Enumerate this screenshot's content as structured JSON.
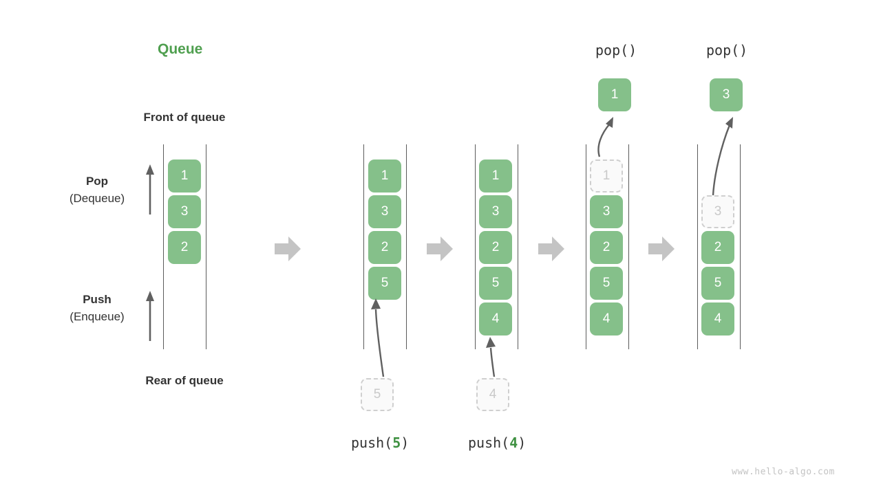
{
  "title": "Queue",
  "labels": {
    "front_of_queue": "Front of queue",
    "rear_of_queue": "Rear of queue",
    "pop_line1": "Pop",
    "pop_line2": "(Dequeue)",
    "push_line1": "Push",
    "push_line2": "(Enqueue)"
  },
  "watermark": "www.hello-algo.com",
  "colors": {
    "accent_green": "#4f9f4f",
    "cell_green": "#85c08a",
    "cell_text": "#ffffff",
    "ghost_fill": "#fafafa",
    "ghost_border": "#cfcfcf",
    "ghost_text": "#c9c9c9",
    "rail": "#5a5a5a",
    "step_arrow": "#c4c4c4",
    "line_arrow": "#606060",
    "text": "#333333",
    "watermark": "#c3c3c3"
  },
  "chart_data": {
    "type": "diagram",
    "title": "Queue",
    "description": "Queue push (enqueue) and pop (dequeue) operation sequence",
    "steps": [
      {
        "id": "initial",
        "caption": "",
        "top_label": "",
        "cells": [
          "1",
          "3",
          "2"
        ],
        "ghost_index": -1,
        "incoming": null,
        "outgoing": null
      },
      {
        "id": "push-5",
        "caption": "push(5)",
        "caption_fn": "push",
        "caption_arg": "5",
        "top_label": "",
        "cells": [
          "1",
          "3",
          "2",
          "5"
        ],
        "ghost_index": -1,
        "incoming": "5",
        "outgoing": null
      },
      {
        "id": "push-4",
        "caption": "push(4)",
        "caption_fn": "push",
        "caption_arg": "4",
        "top_label": "",
        "cells": [
          "1",
          "3",
          "2",
          "5",
          "4"
        ],
        "ghost_index": -1,
        "incoming": "4",
        "outgoing": null
      },
      {
        "id": "pop-1",
        "caption": "",
        "top_label": "pop()",
        "cells": [
          "1",
          "3",
          "2",
          "5",
          "4"
        ],
        "ghost_index": 0,
        "incoming": null,
        "outgoing": "1"
      },
      {
        "id": "pop-3",
        "caption": "",
        "top_label": "pop()",
        "cells": [
          "3",
          "2",
          "5",
          "4"
        ],
        "ghost_index": 0,
        "incoming": null,
        "outgoing": "3"
      }
    ],
    "arrows_between_steps": 4,
    "direction_arrows": [
      {
        "name": "pop-direction",
        "label": "Pop (Dequeue)",
        "points_up": true
      },
      {
        "name": "push-direction",
        "label": "Push (Enqueue)",
        "points_up": true
      }
    ]
  }
}
